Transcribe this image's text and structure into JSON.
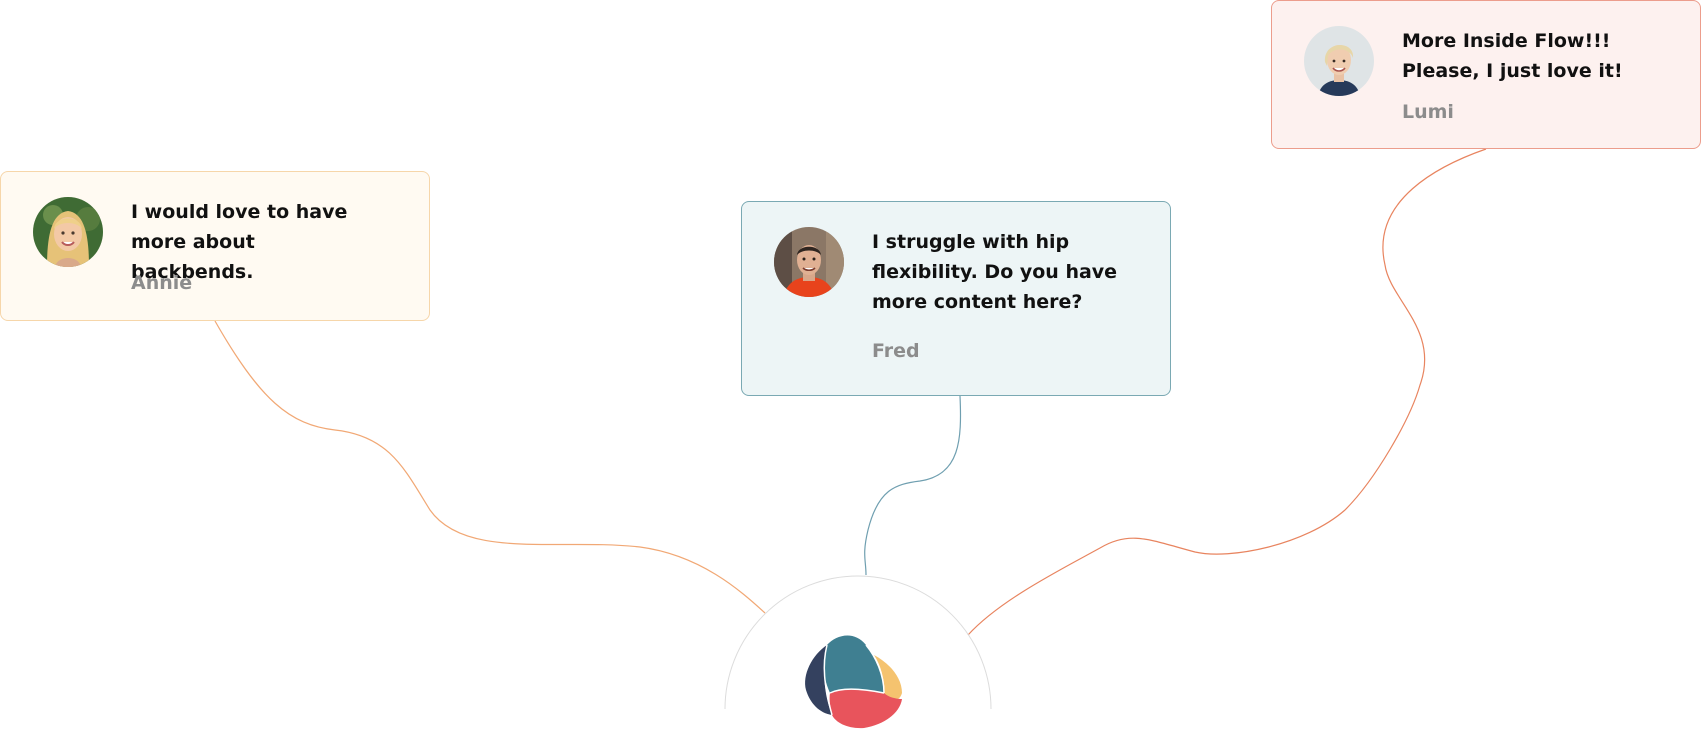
{
  "feedback": [
    {
      "id": "annie",
      "quote": "I would love to have more about backbends.",
      "author": "Annie",
      "accent_color": "#f1a875",
      "background_color": "#fffaf2",
      "border_color": "#f6d6aa"
    },
    {
      "id": "fred",
      "quote": "I struggle with hip flexibility. Do you have more content here?",
      "author": "Fred",
      "accent_color": "#6f9fb0",
      "background_color": "#edf5f6",
      "border_color": "#7aa9b3"
    },
    {
      "id": "lumi",
      "quote": "More Inside Flow!!! Please, I just love it!",
      "author": "Lumi",
      "accent_color": "#e8845f",
      "background_color": "#fdf1ef",
      "border_color": "#ec9d8c"
    }
  ],
  "hub": {
    "icon": "app-logo-icon",
    "arc_color": "#dcdcdc",
    "logo_colors": [
      "#3f7f91",
      "#e8545c",
      "#f5c36f",
      "#34415f"
    ]
  }
}
